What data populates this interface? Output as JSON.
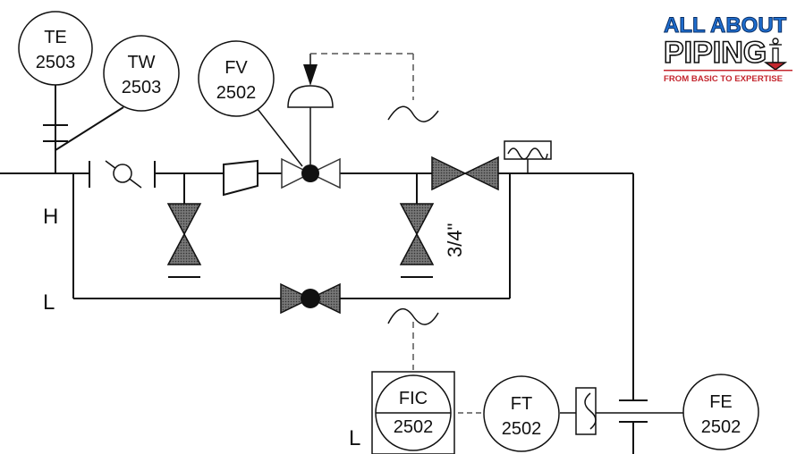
{
  "instruments": [
    {
      "id": "te",
      "line1": "TE",
      "line2": "2503"
    },
    {
      "id": "tw",
      "line1": "TW",
      "line2": "2503"
    },
    {
      "id": "fv",
      "line1": "FV",
      "line2": "2502"
    },
    {
      "id": "fic",
      "line1": "FIC",
      "line2": "2502"
    },
    {
      "id": "ft",
      "line1": "FT",
      "line2": "2502"
    },
    {
      "id": "fe",
      "line1": "FE",
      "line2": "2502"
    }
  ],
  "labels": {
    "h": "H",
    "l_header": "L",
    "l_fic": "L",
    "pipe_size": "3/4\""
  },
  "logo": {
    "line1": "ALL ABOUT",
    "line2": "PIPING",
    "tagline": "FROM BASIC TO EXPERTISE",
    "colors": {
      "primary": "#1f6fd1",
      "accent": "#c4262e",
      "dark": "#111111"
    }
  },
  "colors": {
    "line": "#111111",
    "valve_fill": "#555555",
    "signal": "#555555"
  }
}
